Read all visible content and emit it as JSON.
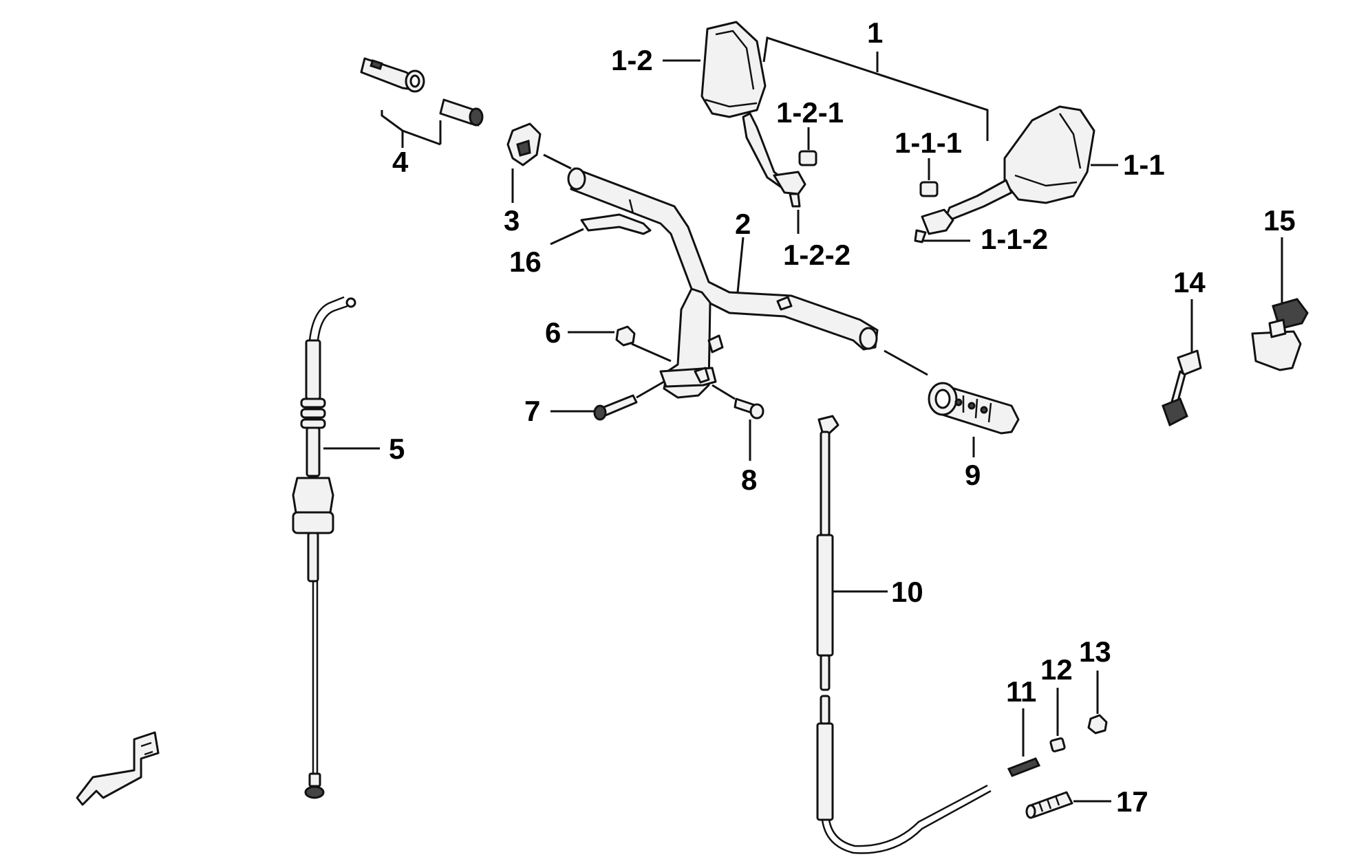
{
  "callouts": {
    "c1": "1",
    "c1_1": "1-1",
    "c1_1_1": "1-1-1",
    "c1_1_2": "1-1-2",
    "c1_2": "1-2",
    "c1_2_1": "1-2-1",
    "c1_2_2": "1-2-2",
    "c2": "2",
    "c3": "3",
    "c4": "4",
    "c5": "5",
    "c6": "6",
    "c7": "7",
    "c8": "8",
    "c9": "9",
    "c10": "10",
    "c11": "11",
    "c12": "12",
    "c13": "13",
    "c14": "14",
    "c15": "15",
    "c16": "16",
    "c17": "17"
  },
  "icons": {
    "front_direction": "front-arrow-icon"
  }
}
